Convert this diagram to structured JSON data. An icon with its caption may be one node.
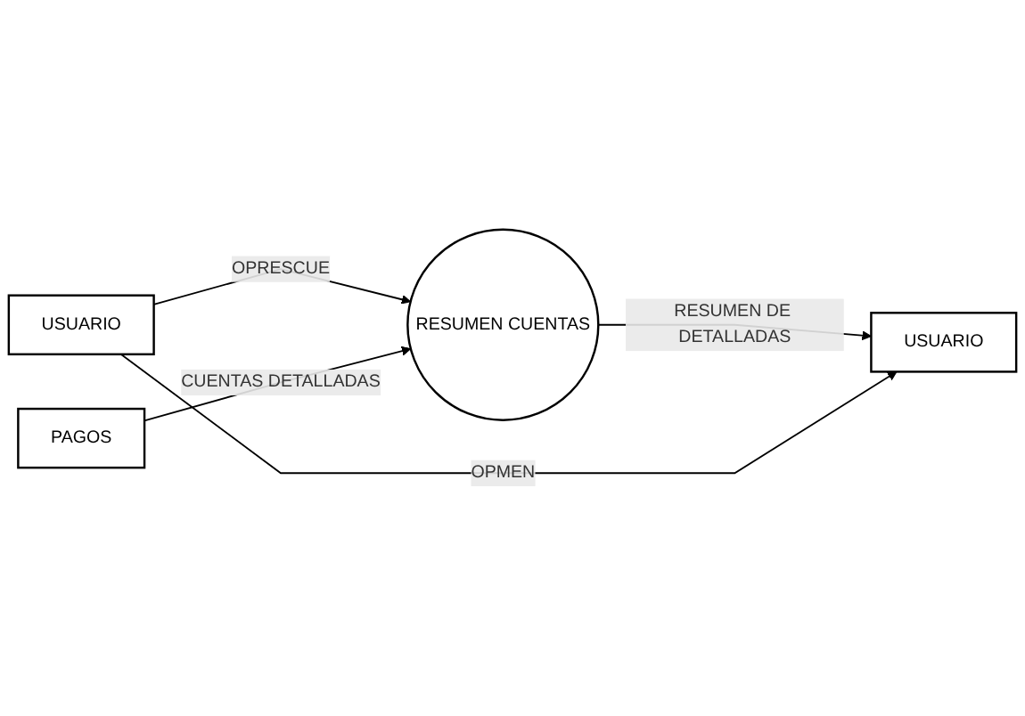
{
  "diagram": {
    "nodes": [
      {
        "text": [
          "USUARIO"
        ]
      },
      {
        "text": [
          "RESUMEN CUENTAS"
        ]
      },
      {
        "text": [
          "PAGOS"
        ]
      },
      {
        "text": [
          "USUARIO"
        ]
      }
    ],
    "edges": [
      {
        "from": 0,
        "to": 1,
        "arrow": "to",
        "label": "OPRESCUE"
      },
      {
        "from": 2,
        "to": 1,
        "arrow": "to",
        "label": "CUENTAS DETALLADAS"
      },
      {
        "from": 1,
        "to": 3,
        "arrow": "to",
        "label": "RESUMEN DE DETALLADAS"
      },
      {
        "from": 0,
        "to": 3,
        "arrow": "to",
        "label": "OPMEN"
      }
    ]
  }
}
